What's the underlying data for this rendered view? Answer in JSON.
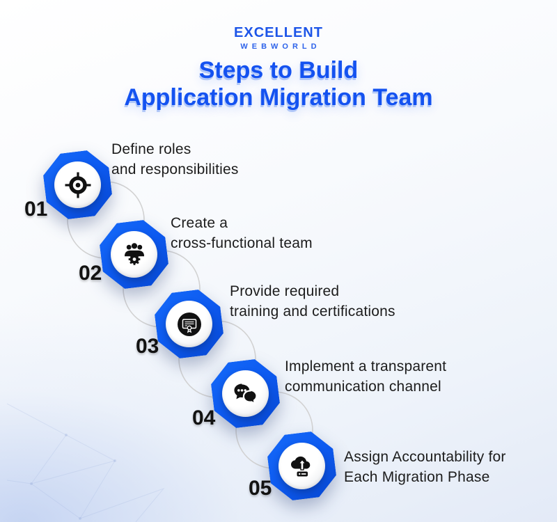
{
  "logo": {
    "line1": "EXCELLENT",
    "line2": "WEBWORLD"
  },
  "title": {
    "line1": "Steps to Build",
    "line2": "Application Migration Team"
  },
  "steps": [
    {
      "number": "01",
      "icon": "target-icon",
      "line1": "Define roles",
      "line2": "and responsibilities"
    },
    {
      "number": "02",
      "icon": "team-gear-icon",
      "line1": "Create a",
      "line2": "cross-functional team"
    },
    {
      "number": "03",
      "icon": "certificate-icon",
      "line1": "Provide required",
      "line2": "training and certifications"
    },
    {
      "number": "04",
      "icon": "chat-bubbles-icon",
      "line1": "Implement a transparent",
      "line2": "communication channel"
    },
    {
      "number": "05",
      "icon": "cloud-upload-icon",
      "line1": "Assign Accountability for",
      "line2": "Each Migration Phase"
    }
  ],
  "colors": {
    "accent_blue": "#1452F0",
    "badge_blue": "#0D5AF0",
    "badge_blue_dark": "#0848D2",
    "logo_blue": "#1D55E8",
    "text_dark": "#1C1C1C",
    "number_black": "#121212",
    "connector_gray": "#D2D2D2",
    "background_tint": "#E3EAF7",
    "icon_black": "#111111"
  }
}
